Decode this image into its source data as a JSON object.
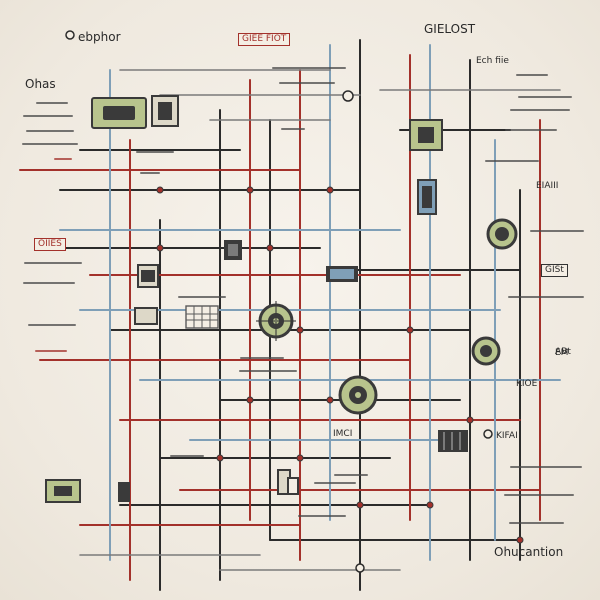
{
  "labels": {
    "top_left_title": "ebphor",
    "top_center_title": "GIEE FIOT",
    "top_right_title": "GIELOST",
    "left_title": "Ohas",
    "left_box": "OIIES",
    "right_box": "GISt",
    "right_small_1": "Ech fiie",
    "right_small_2": "ABt",
    "right_small_3": "EIAIII",
    "mid_right_small": "KIOE",
    "lower_right_small": "KIFAI",
    "bottom_center_small": "IMCI",
    "bottom_right_title": "Ohucantion",
    "right_mid_mark": "EM"
  },
  "colors": {
    "background": "#f1ece3",
    "wire_dark": "#2b2b2b",
    "wire_red": "#a3312b",
    "wire_blue": "#7f9fb7",
    "wire_gray": "#7a7a7a",
    "component_green": "#b8c48d",
    "component_dark": "#3a3a3a"
  },
  "icons": {
    "component": "component-icon",
    "motor": "motor-icon",
    "connector": "connector-icon"
  }
}
